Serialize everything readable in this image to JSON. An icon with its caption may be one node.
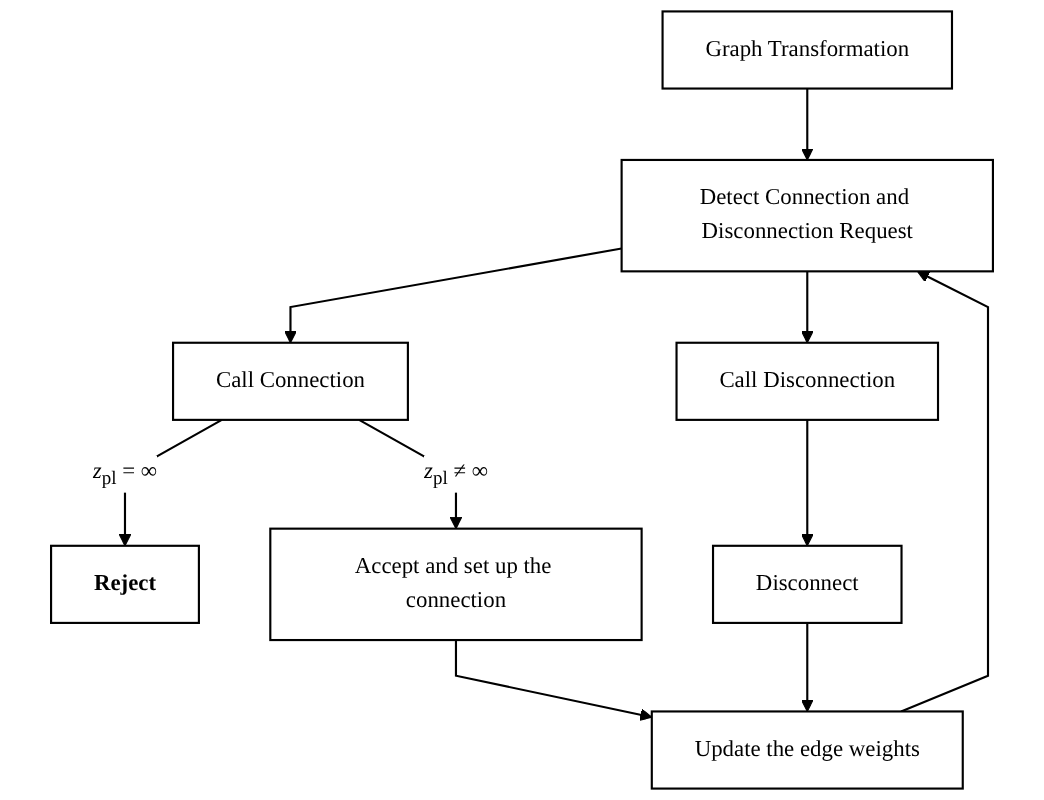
{
  "diagram": {
    "nodes": [
      {
        "text": [
          "Graph Transformation"
        ]
      },
      {
        "text": [
          "Detect Connection and Disconnection Request"
        ]
      },
      {
        "text": [
          "Call Connection"
        ]
      },
      {
        "text": [
          "Call Disconnection"
        ]
      },
      {
        "text": [
          "Reject"
        ]
      },
      {
        "text": [
          "Accept and set up the connection"
        ]
      },
      {
        "text": [
          "Disconnect"
        ]
      },
      {
        "text": [
          "Update the edge weights"
        ]
      }
    ],
    "edges": [
      {
        "from": 0,
        "to": 1,
        "arrow": "to"
      },
      {
        "from": 1,
        "to": 2,
        "arrow": "to"
      },
      {
        "from": 1,
        "to": 3,
        "arrow": "to"
      },
      {
        "from": 2,
        "to": 4,
        "arrow": "to",
        "label": "*z*$_{pl}$ = ∞"
      },
      {
        "from": 2,
        "to": 5,
        "arrow": "to",
        "label": "*z*$_{pl}$ ≠ ∞"
      },
      {
        "from": 3,
        "to": 6,
        "arrow": "to"
      },
      {
        "from": 5,
        "to": 7,
        "arrow": "to"
      },
      {
        "from": 6,
        "to": 7,
        "arrow": "to"
      },
      {
        "from": 7,
        "to": 1,
        "arrow": "to"
      }
    ]
  }
}
